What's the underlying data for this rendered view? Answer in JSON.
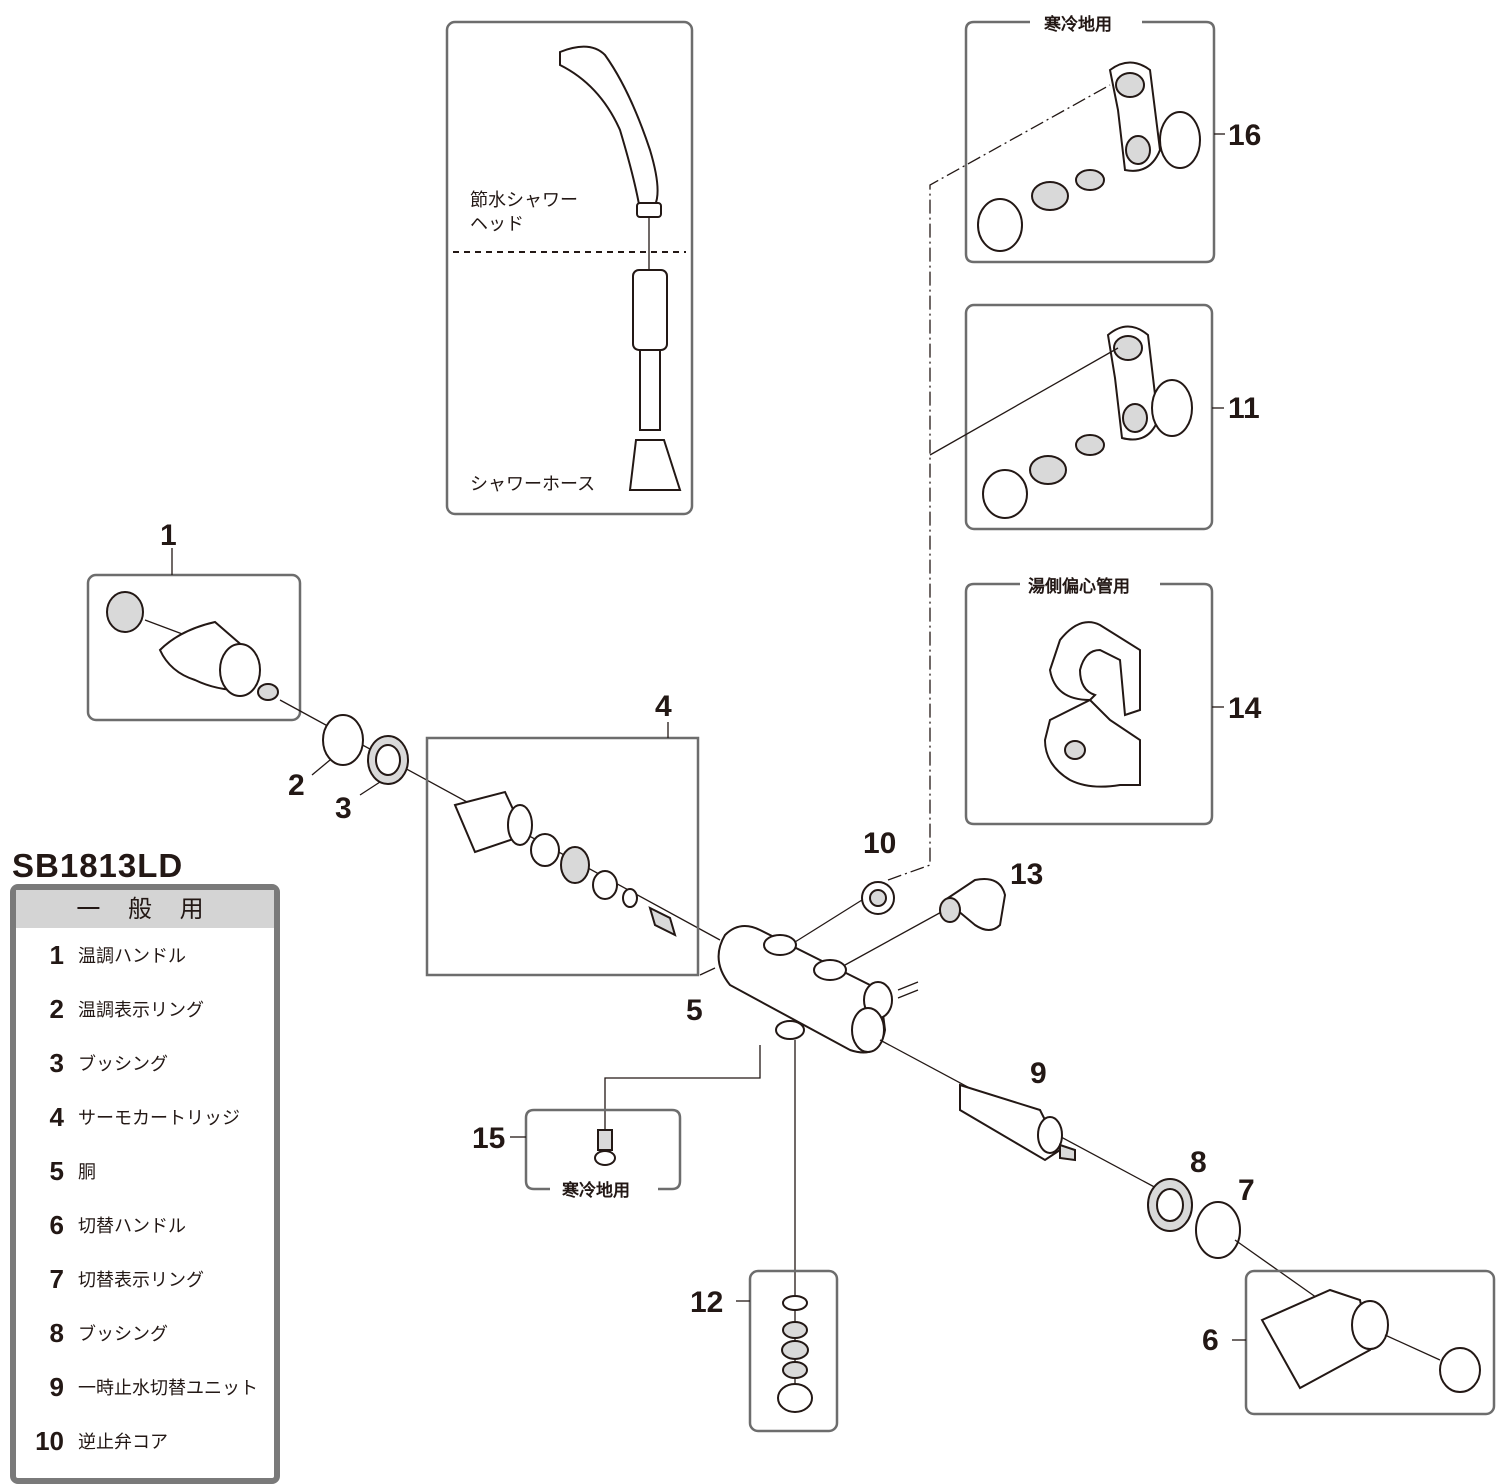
{
  "model": "SB1813LD",
  "table_header": "一 般 用",
  "parts": [
    {
      "no": "1",
      "name": "温調ハンドル"
    },
    {
      "no": "2",
      "name": "温調表示リング"
    },
    {
      "no": "3",
      "name": "ブッシング"
    },
    {
      "no": "4",
      "name": "サーモカートリッジ"
    },
    {
      "no": "5",
      "name": "胴"
    },
    {
      "no": "6",
      "name": "切替ハンドル"
    },
    {
      "no": "7",
      "name": "切替表示リング"
    },
    {
      "no": "8",
      "name": "ブッシング"
    },
    {
      "no": "9",
      "name": "一時止水切替ユニット"
    },
    {
      "no": "10",
      "name": "逆止弁コア"
    }
  ],
  "callouts": {
    "n1": "1",
    "n2": "2",
    "n3": "3",
    "n4": "4",
    "n5": "5",
    "n6": "6",
    "n7": "7",
    "n8": "8",
    "n9": "9",
    "n10": "10",
    "n11": "11",
    "n12": "12",
    "n13": "13",
    "n14": "14",
    "n15": "15",
    "n16": "16"
  },
  "labels": {
    "shower_head_line1": "節水シャワー",
    "shower_head_line2": "ヘッド",
    "shower_hose": "シャワーホース",
    "cold_region_top": "寒冷地用",
    "hot_side_eccentric": "湯側偏心管用",
    "cold_region_drain": "寒冷地用"
  }
}
